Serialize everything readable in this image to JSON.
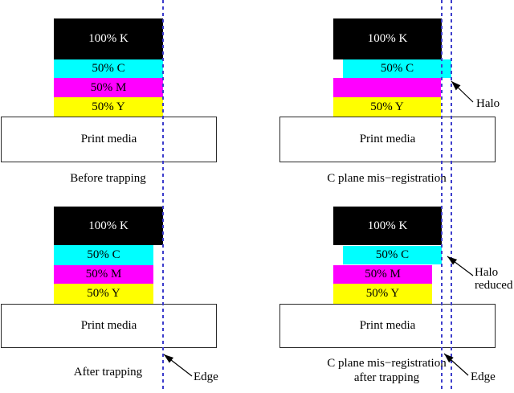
{
  "colors": {
    "black_plane": "#000000",
    "cyan_plane": "#00ffff",
    "magenta_plane": "#ff00ff",
    "yellow_plane": "#ffff00",
    "edge_line": "#3d3dcc",
    "text": "#000000"
  },
  "panels": {
    "before": {
      "caption": "Before trapping",
      "k": "100% K",
      "c": "50% C",
      "m": "50% M",
      "y": "50% Y",
      "media": "Print media"
    },
    "misreg": {
      "caption": "C plane mis−registration",
      "k": "100% K",
      "c": "50% C",
      "m": "",
      "y": "50% Y",
      "media": "Print media"
    },
    "after": {
      "caption": "After trapping",
      "k": "100% K",
      "c": "50% C",
      "m": "50% M",
      "y": "50% Y",
      "media": "Print media"
    },
    "misreg_after": {
      "caption_line1": "C plane mis−registration",
      "caption_line2": "after trapping",
      "k": "100% K",
      "c": "50% C",
      "m": "50% M",
      "y": "50% Y",
      "media": "Print media"
    }
  },
  "annotations": {
    "halo": "Halo",
    "halo_reduced_line1": "Halo",
    "halo_reduced_line2": "reduced",
    "edge_left": "Edge",
    "edge_right": "Edge"
  }
}
